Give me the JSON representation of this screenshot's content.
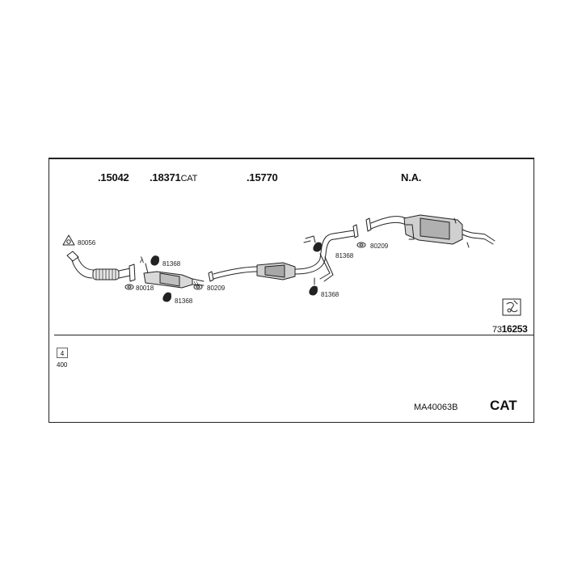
{
  "sections": [
    {
      "number": ".15042",
      "suffix": ""
    },
    {
      "number": ".18371",
      "suffix": "CAT"
    },
    {
      "number": ".15770",
      "suffix": ""
    },
    {
      "number": "N.A.",
      "suffix": ""
    }
  ],
  "parts": {
    "gasket_front_pipe": "80056",
    "lambda_symbol": "λ",
    "bracket_upper": "81368",
    "gasket_pipe_cat": "80018",
    "bracket_lower_cat": "81368",
    "gasket_cat_mid": "80209",
    "bracket_mid_upper": "81368",
    "bracket_mid_lower": "81368",
    "gasket_mid_rear": "80209"
  },
  "sheet": {
    "prefix": "73",
    "number": "16253"
  },
  "footer": {
    "qty_box": "4",
    "qty_value": "400",
    "reference": "MA40063B",
    "cat_label": "CAT"
  }
}
